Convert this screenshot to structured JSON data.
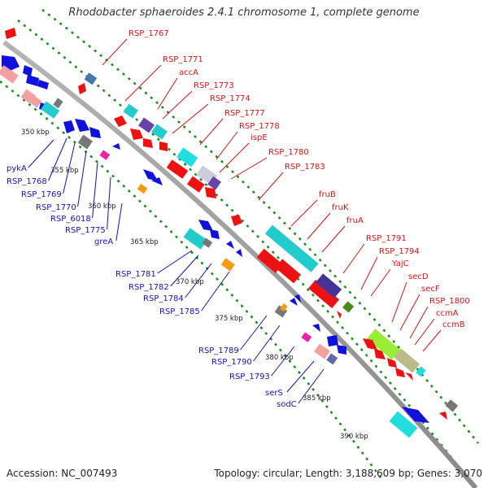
{
  "title": "Rhodobacter sphaeroides 2.4.1 chromosome 1, complete genome",
  "accession": "Accession: NC_007493",
  "stats": "Topology: circular; Length: 3,188,609 bp; Genes: 3,070",
  "colors": {
    "backbone": "#999999",
    "red_label": "#dd1111",
    "blue_label": "#1111bb",
    "dotted_track": "#1a8a1a"
  },
  "scale_ticks": [
    "350 kbp",
    "355 kbp",
    "360 kbp",
    "365 kbp",
    "370 kbp",
    "375 kbp",
    "380 kbp",
    "385 kbp",
    "390 kbp"
  ],
  "outer_labels": [
    "RSP_1767",
    "RSP_1771",
    "accA",
    "RSP_1773",
    "RSP_1774",
    "RSP_1777",
    "RSP_1778",
    "ispE",
    "RSP_1780",
    "RSP_1783",
    "fruB",
    "fruK",
    "fruA",
    "RSP_1791",
    "RSP_1794",
    "YajC",
    "secD",
    "secF",
    "RSP_1800",
    "ccmA",
    "ccmB"
  ],
  "inner_labels": [
    "pykA",
    "RSP_1768",
    "RSP_1769",
    "RSP_1770",
    "RSP_6018",
    "RSP_1775",
    "greA",
    "RSP_1781",
    "RSP_1782",
    "RSP_1784",
    "RSP_1785",
    "RSP_1789",
    "RSP_1790",
    "RSP_1793",
    "serS",
    "sodC"
  ]
}
